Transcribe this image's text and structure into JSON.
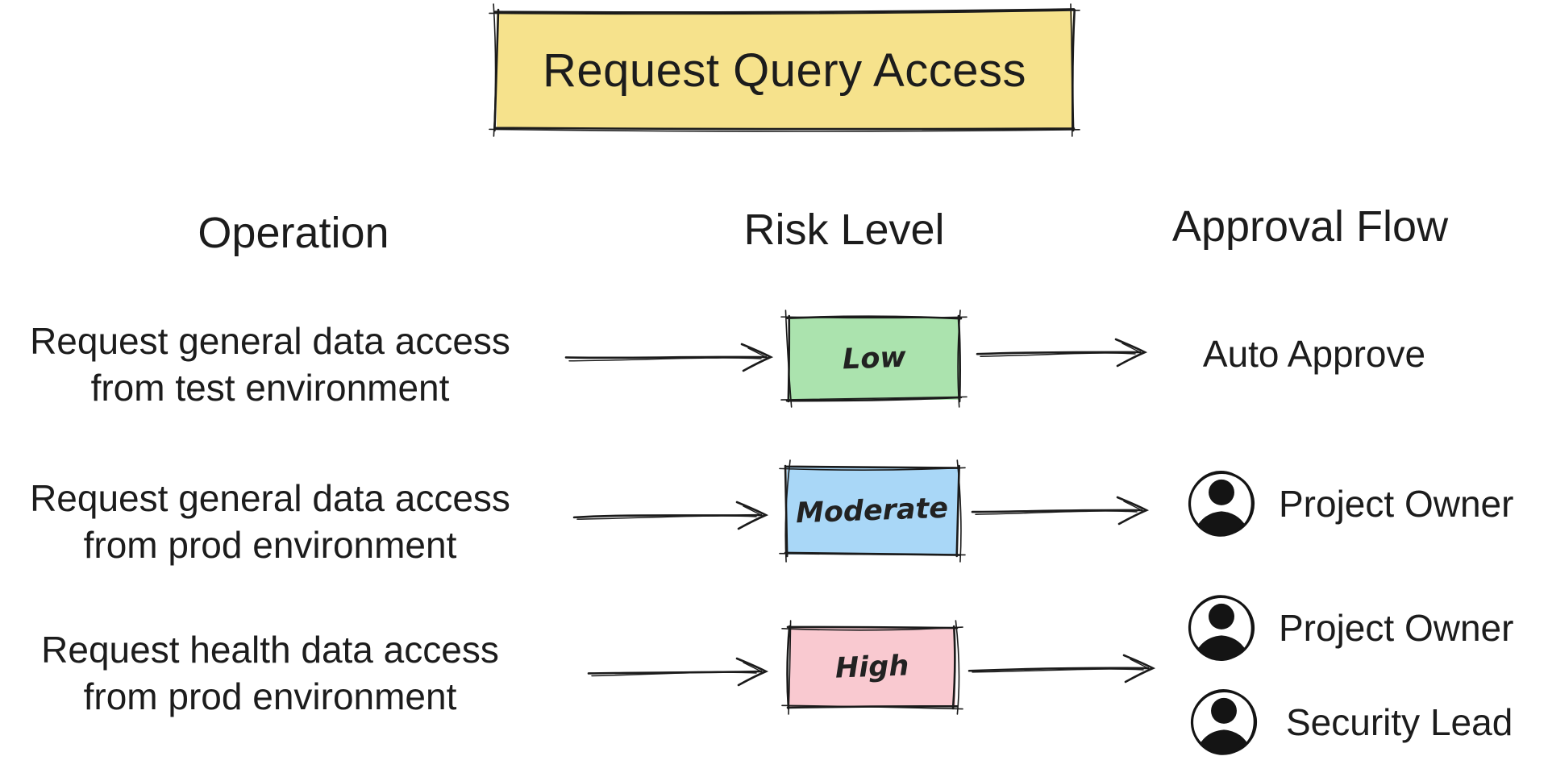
{
  "title": "Request Query Access",
  "headers": {
    "operation": "Operation",
    "risk": "Risk Level",
    "approval": "Approval Flow"
  },
  "rows": [
    {
      "operation": {
        "line1": "Request general data access",
        "line2": "from test environment"
      },
      "risk": {
        "label": "Low",
        "color": "#abe3ae"
      },
      "approvers": [
        {
          "label": "Auto Approve",
          "icon": "none"
        }
      ]
    },
    {
      "operation": {
        "line1": "Request general data access",
        "line2": "from prod environment"
      },
      "risk": {
        "label": "Moderate",
        "color": "#a9d7f7"
      },
      "approvers": [
        {
          "label": "Project Owner",
          "icon": "person-icon"
        }
      ]
    },
    {
      "operation": {
        "line1": "Request health data access",
        "line2": "from prod environment"
      },
      "risk": {
        "label": "High",
        "color": "#f9c9d0"
      },
      "approvers": [
        {
          "label": "Project Owner",
          "icon": "person-icon"
        },
        {
          "label": "Security Lead",
          "icon": "person-icon"
        }
      ]
    }
  ],
  "colors": {
    "title_fill": "#f6e28c",
    "ink": "#1b1b1b",
    "low_fill": "#abe3ae",
    "moderate_fill": "#a9d7f7",
    "high_fill": "#f9c9d0"
  }
}
